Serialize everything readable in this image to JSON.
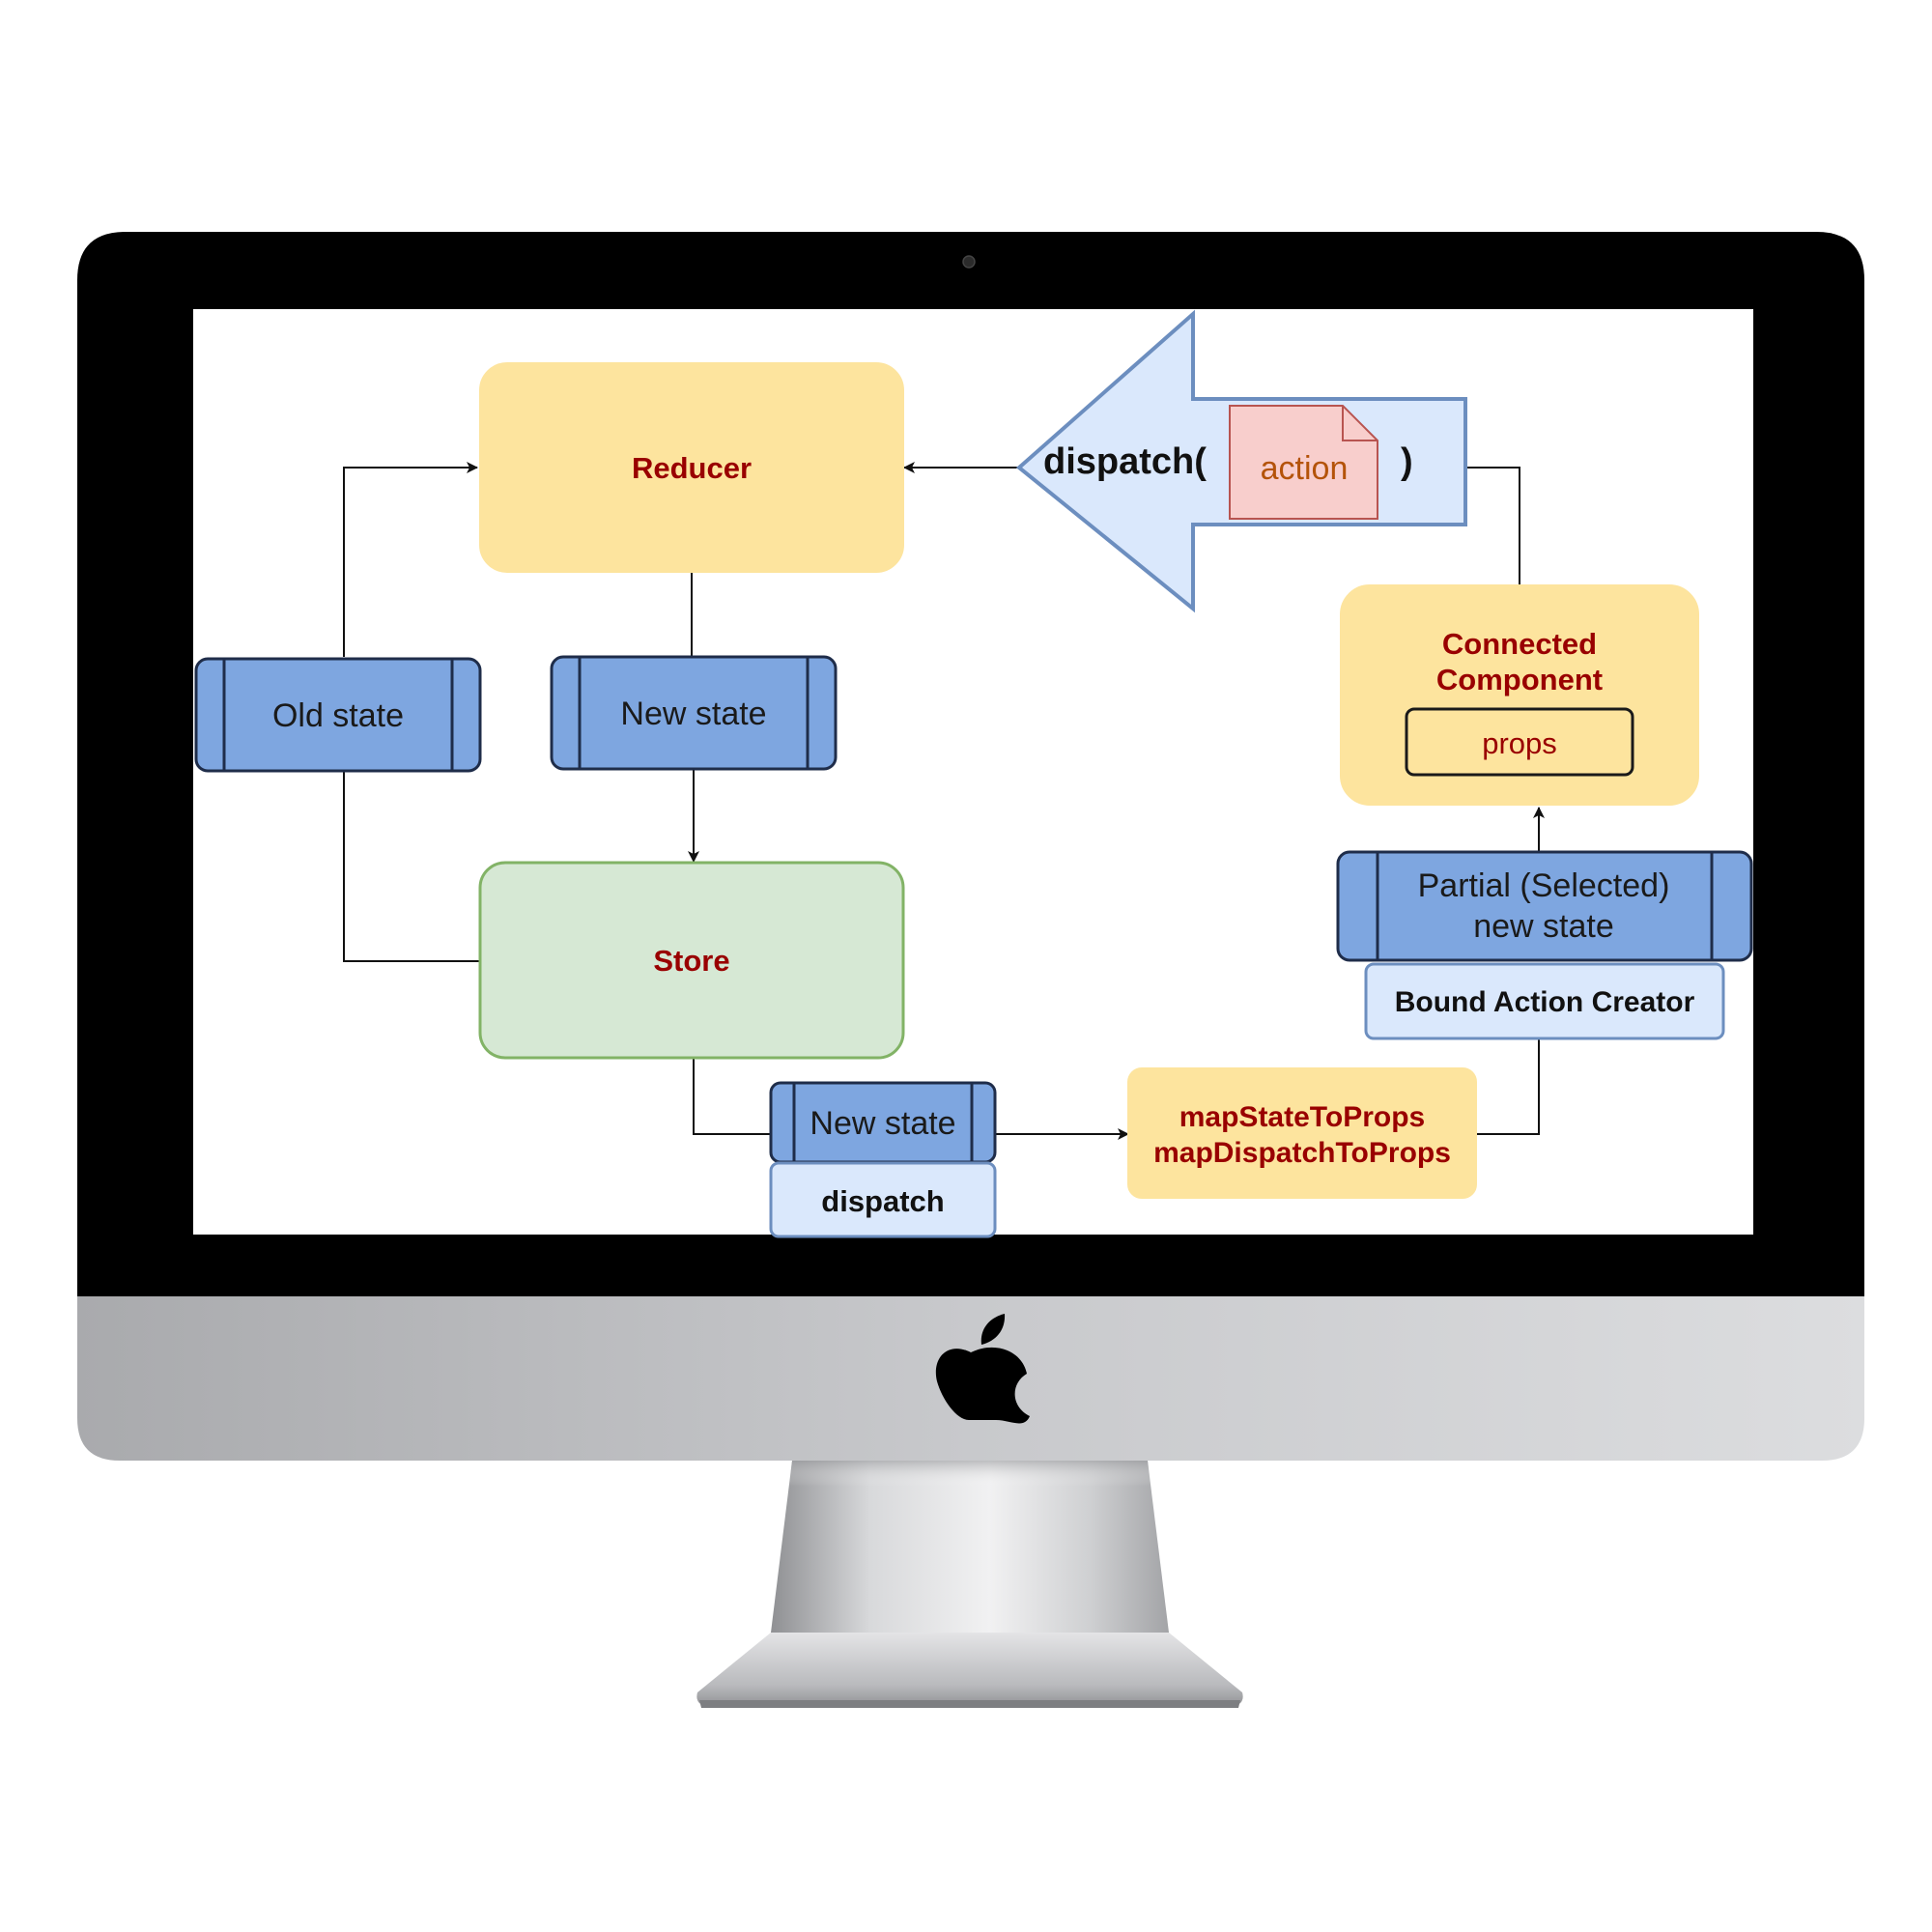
{
  "diagram": {
    "reducer": {
      "label": "Reducer"
    },
    "dispatch_arrow": {
      "label_open": "dispatch(",
      "action_label": "action",
      "label_close": ")"
    },
    "old_state": {
      "label": "Old state"
    },
    "new_state_top": {
      "label": "New state"
    },
    "store": {
      "label": "Store"
    },
    "new_state_bottom": {
      "label": "New state"
    },
    "dispatch_box": {
      "label": "dispatch"
    },
    "map_box": {
      "line1": "mapStateToProps",
      "line2": "mapDispatchToProps"
    },
    "connected_component": {
      "line1": "Connected",
      "line2": "Component",
      "props_label": "props"
    },
    "partial_state": {
      "line1": "Partial (Selected)",
      "line2": "new state"
    },
    "bound_action_creator": {
      "label": "Bound Action Creator"
    }
  },
  "colors": {
    "reducer_fill": "#fde49e",
    "store_fill": "#d6e8d4",
    "store_stroke": "#82b366",
    "process_fill": "#7ea6e0",
    "process_stroke": "#1f2d4a",
    "light_blue_fill": "#dae8fc",
    "light_blue_stroke": "#6c8ebf",
    "action_fill": "#f8cecc",
    "action_stroke": "#b85450",
    "label_red": "#990000",
    "action_text": "#b45309",
    "monitor_black": "#000000",
    "monitor_silver": "#c8c9cc"
  },
  "icons": {
    "logo": "apple-logo-icon",
    "camera": "camera-icon"
  }
}
